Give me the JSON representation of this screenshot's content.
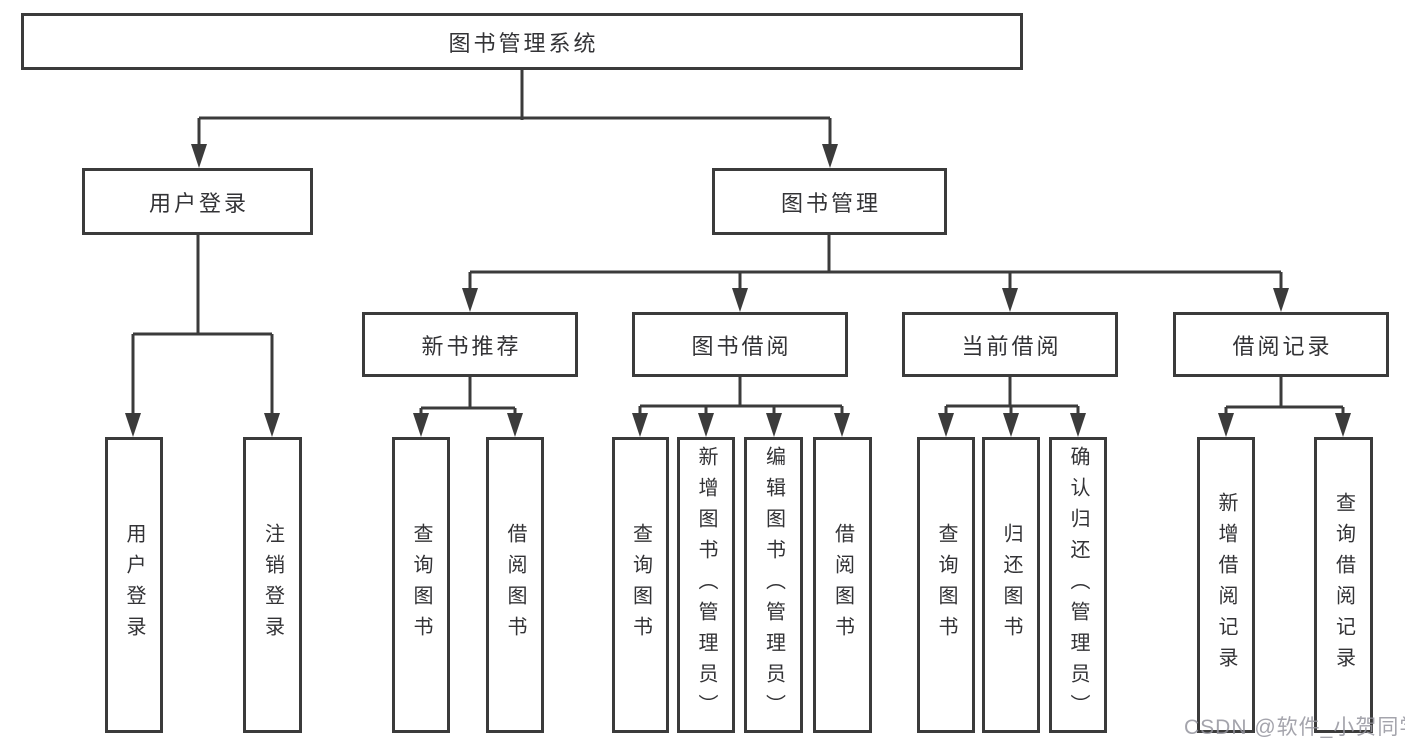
{
  "diagram_type": "hierarchy-tree",
  "tree": {
    "label": "图书管理系统",
    "children": [
      {
        "label": "用户登录",
        "children": [
          {
            "label": "用户登录"
          },
          {
            "label": "注销登录"
          }
        ]
      },
      {
        "label": "图书管理",
        "children": [
          {
            "label": "新书推荐",
            "children": [
              {
                "label": "查询图书"
              },
              {
                "label": "借阅图书"
              }
            ]
          },
          {
            "label": "图书借阅",
            "children": [
              {
                "label": "查询图书"
              },
              {
                "label": "新增图书（管理员）"
              },
              {
                "label": "编辑图书（管理员）"
              },
              {
                "label": "借阅图书"
              }
            ]
          },
          {
            "label": "当前借阅",
            "children": [
              {
                "label": "查询图书"
              },
              {
                "label": "归还图书"
              },
              {
                "label": "确认归还（管理员）"
              }
            ]
          },
          {
            "label": "借阅记录",
            "children": [
              {
                "label": "新增借阅记录"
              },
              {
                "label": "查询借阅记录"
              }
            ]
          }
        ]
      }
    ]
  },
  "watermark": "CSDN @软件_小贺同学",
  "colors": {
    "line": "#3b3b3b",
    "box_border": "#3b3b3b",
    "text": "#333336",
    "watermark": "#9494a0",
    "background": "#ffffff"
  }
}
